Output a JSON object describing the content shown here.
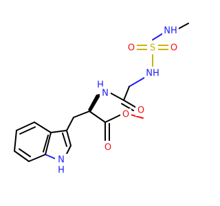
{
  "colors": {
    "nitrogen": "#1e1ef0",
    "oxygen": "#ff0d0d",
    "sulfur": "#c8b400",
    "carbon": "#000000"
  },
  "atoms": {
    "nh_methyl": "NH",
    "s": "S",
    "o_sulfonyl_left": "O",
    "o_sulfonyl_right": "O",
    "nh_sulfonamide": "NH",
    "n_amide": "N",
    "h_amide": "H",
    "o_amide": "O",
    "o_ester_carbonyl": "O",
    "o_ester": "O",
    "nh_indole": "N",
    "h_indole": "H"
  }
}
